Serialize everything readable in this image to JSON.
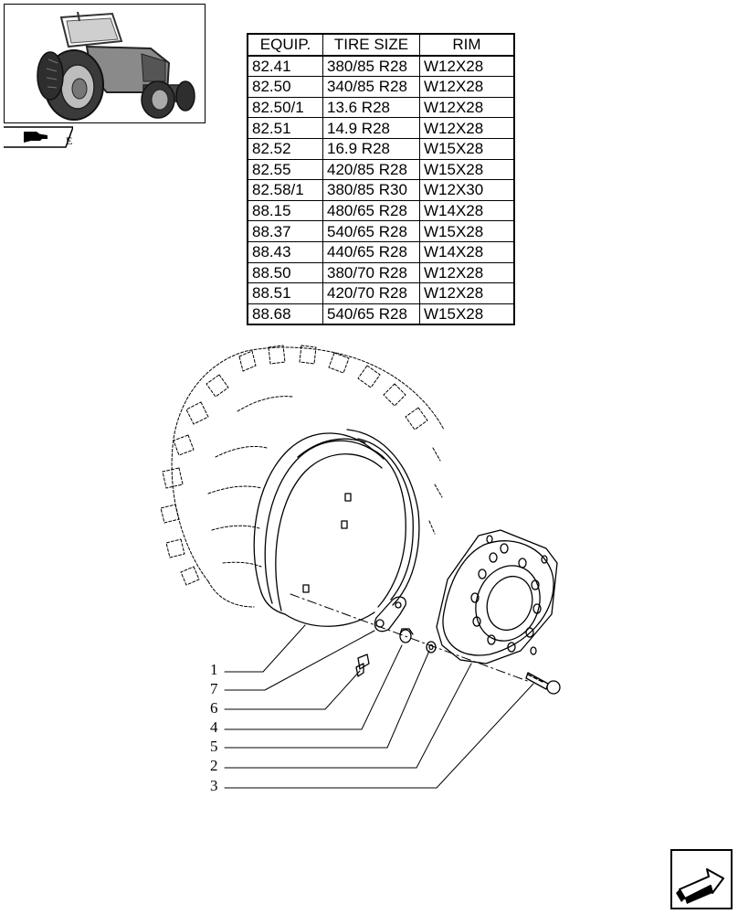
{
  "thumbnail": {
    "icon": "tractor-icon"
  },
  "nav": {
    "icon": "pointing-hand-icon",
    "letter": "E"
  },
  "table": {
    "headers": [
      "EQUIP.",
      "TIRE SIZE",
      "RIM"
    ],
    "rows": [
      [
        "82.41",
        "380/85 R28",
        "W12X28"
      ],
      [
        "82.50",
        "340/85 R28",
        "W12X28"
      ],
      [
        "82.50/1",
        "13.6 R28",
        "W12X28"
      ],
      [
        "82.51",
        "14.9 R28",
        "W12X28"
      ],
      [
        "82.52",
        "16.9 R28",
        "W15X28"
      ],
      [
        "82.55",
        "420/85 R28",
        "W15X28"
      ],
      [
        "82.58/1",
        "380/85 R30",
        "W12X30"
      ],
      [
        "88.15",
        "480/65 R28",
        "W14X28"
      ],
      [
        "88.37",
        "540/65 R28",
        "W15X28"
      ],
      [
        "88.43",
        "440/65 R28",
        "W14X28"
      ],
      [
        "88.50",
        "380/70 R28",
        "W12X28"
      ],
      [
        "88.51",
        "420/70 R28",
        "W12X28"
      ],
      [
        "88.68",
        "540/65 R28",
        "W15X28"
      ]
    ]
  },
  "callouts": [
    "1",
    "7",
    "6",
    "4",
    "5",
    "2",
    "3"
  ],
  "next": {
    "icon": "next-page-arrow-icon"
  }
}
